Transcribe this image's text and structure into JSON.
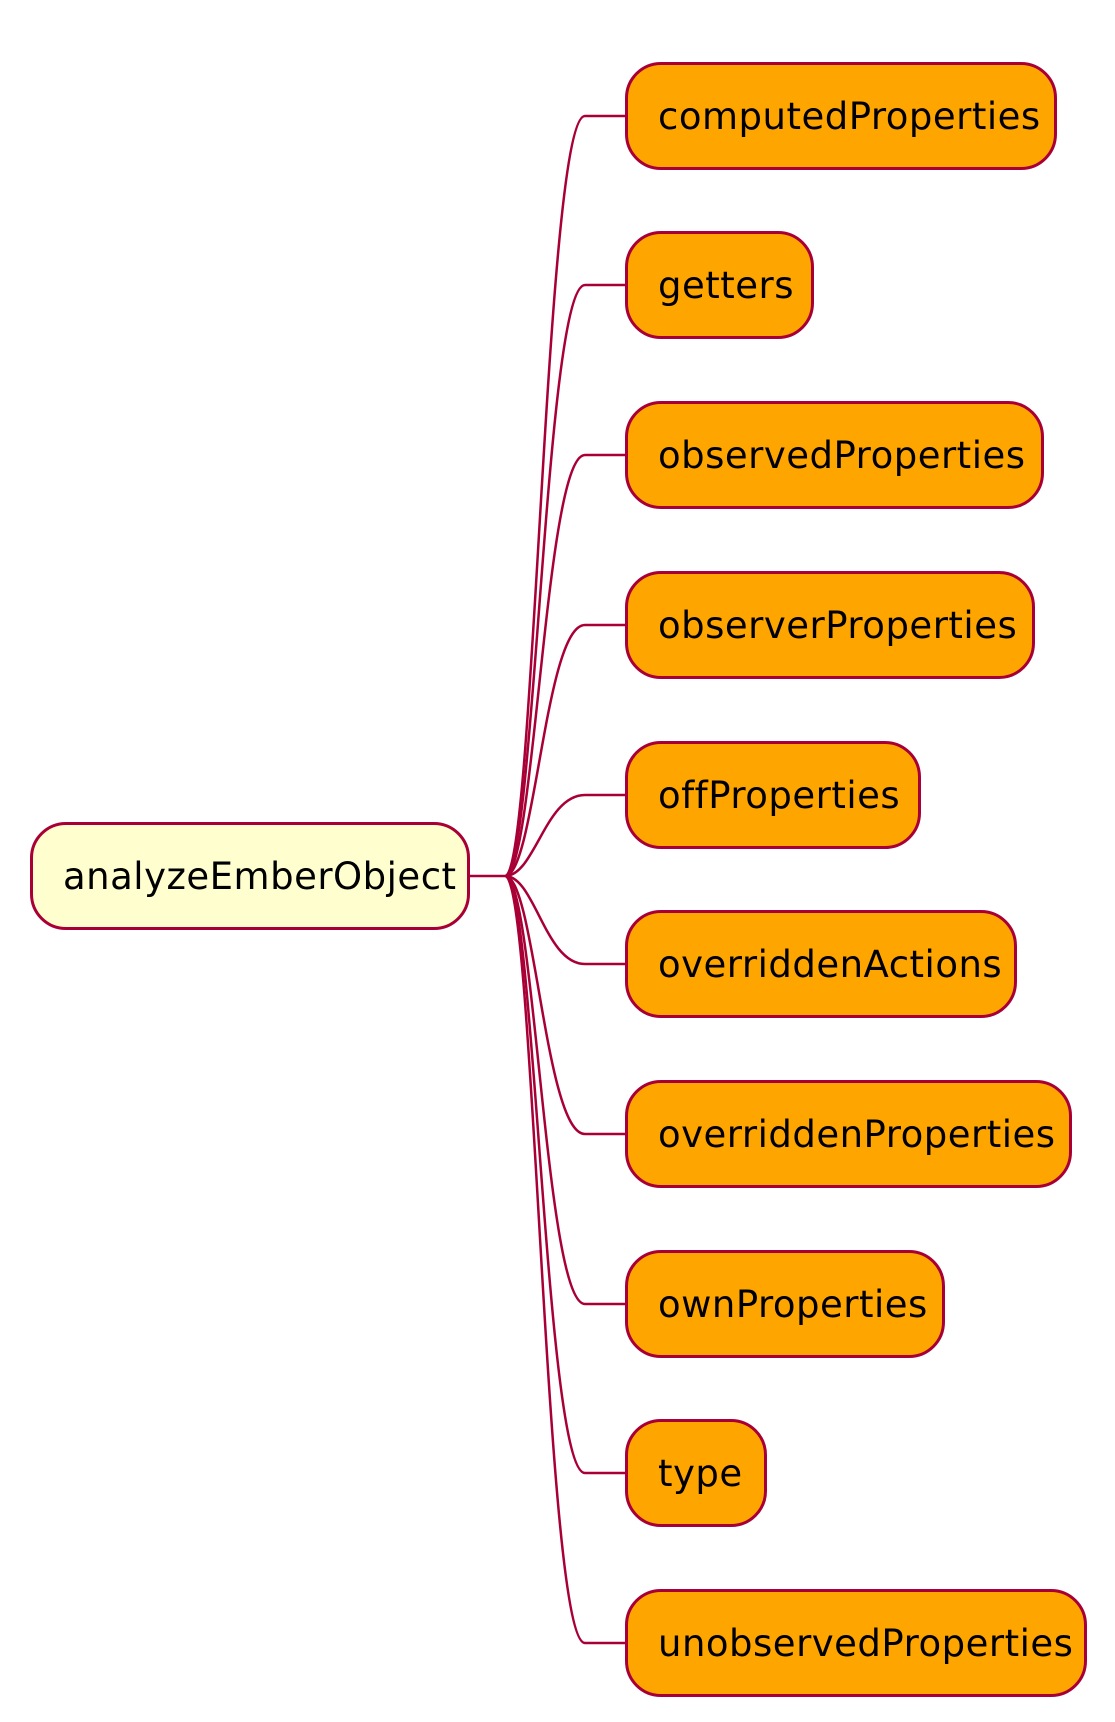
{
  "diagram": {
    "type": "mindmap",
    "root": {
      "label": "analyzeEmberObject"
    },
    "children": [
      {
        "label": "computedProperties"
      },
      {
        "label": "getters"
      },
      {
        "label": "observedProperties"
      },
      {
        "label": "observerProperties"
      },
      {
        "label": "offProperties"
      },
      {
        "label": "overriddenActions"
      },
      {
        "label": "overriddenProperties"
      },
      {
        "label": "ownProperties"
      },
      {
        "label": "type"
      },
      {
        "label": "unobservedProperties"
      }
    ],
    "colors": {
      "root_fill": "#FEFECE",
      "child_fill": "#FFA500",
      "border": "#A80036",
      "edge": "#A80036"
    }
  }
}
